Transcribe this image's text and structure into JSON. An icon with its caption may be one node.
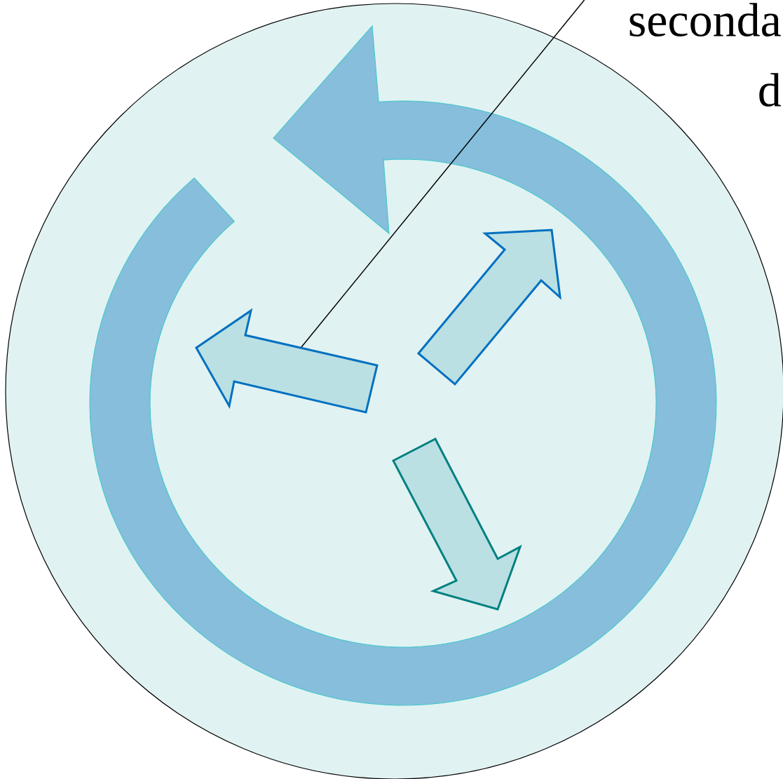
{
  "diagram": {
    "nodes": [
      {
        "text": [
          "seconda d"
        ]
      },
      {
        "text": [],
        "shape": "arrow"
      }
    ],
    "edges": [
      {
        "from": 0,
        "to": 1,
        "arrow": "none"
      }
    ]
  }
}
